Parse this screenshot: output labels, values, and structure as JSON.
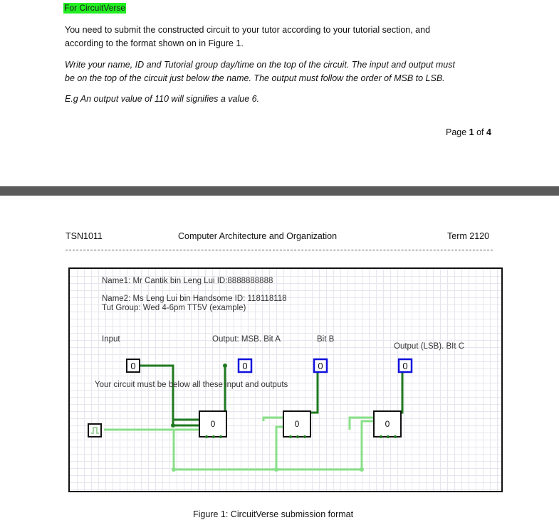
{
  "page1": {
    "highlight": "For CircuitVerse",
    "para1_line1": "You need to submit the constructed circuit to your tutor according to your tutorial section, and",
    "para1_line2": "according to the format shown on in Figure 1.",
    "para2_line1": "Write your name, ID and Tutorial group day/time on the top of the circuit. The input and output must",
    "para2_line2": "be on the top of the circuit just below the name. The output must follow the order of MSB to LSB.",
    "para3": "E.g An output value of 110 will signifies a value 6.",
    "page_label_prefix": "Page ",
    "page_current": "1",
    "page_of": " of ",
    "page_total": "4"
  },
  "page2": {
    "course_code": "TSN1011",
    "course_title": "Computer Architecture and Organization",
    "term": "Term 2120",
    "figure_caption": "Figure 1: CircuitVerse submission format"
  },
  "circuit": {
    "name1": "Name1: Mr Cantik bin Leng Lui   ID:8888888888",
    "name2": "Name2: Ms Leng Lui bin Handsome ID: 118118118",
    "tut_group": "Tut Group: Wed 4-6pm TT5V (example)",
    "input_label": "Input",
    "output_msb_label": "Output: MSB. Bit A",
    "bit_b_label": "Bit B",
    "output_lsb_label": "Output (LSB). BIt C",
    "instruction": "Your circuit must be below all these input and outputs",
    "input_value": "0",
    "out_a_value": "0",
    "out_b_value": "0",
    "out_c_value": "0",
    "ff1_value": "0",
    "ff2_value": "0",
    "ff3_value": "0",
    "colors": {
      "dark_wire": "#1f7a1f",
      "light_wire": "#88e088",
      "output_border": "#1010dd",
      "highlight": "#22ee22"
    }
  }
}
